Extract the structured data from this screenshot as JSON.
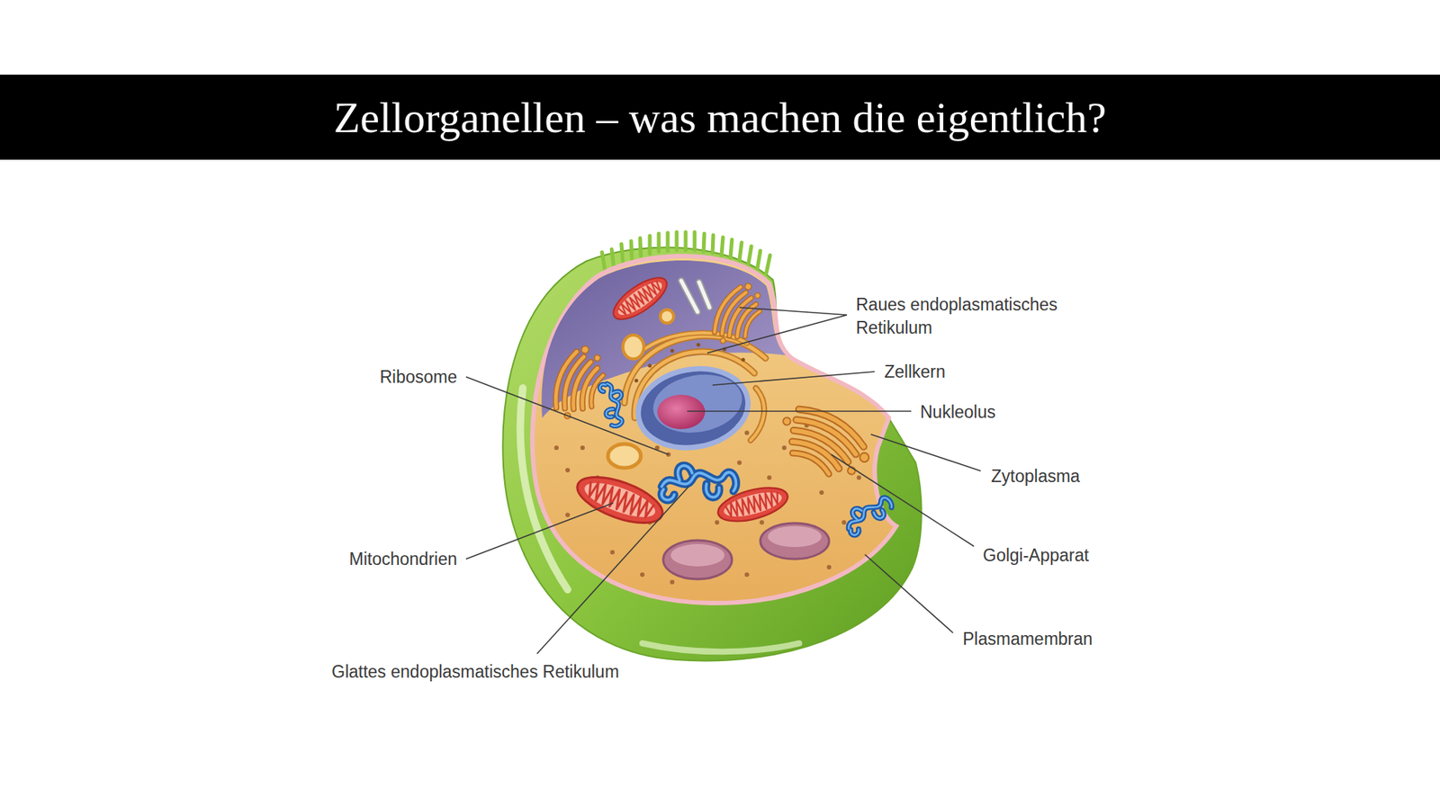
{
  "diagram": {
    "title": "Zellorganellen – was machen die eigentlich?",
    "labels": [
      "Raues endoplasmatisches Retikulum",
      "Ribosome",
      "Zellkern",
      "Nukleolus",
      "Zytoplasma",
      "Mitochondrien",
      "Golgi-Apparat",
      "Plasmamembran",
      "Glattes endoplasmatisches Retikulum"
    ]
  }
}
